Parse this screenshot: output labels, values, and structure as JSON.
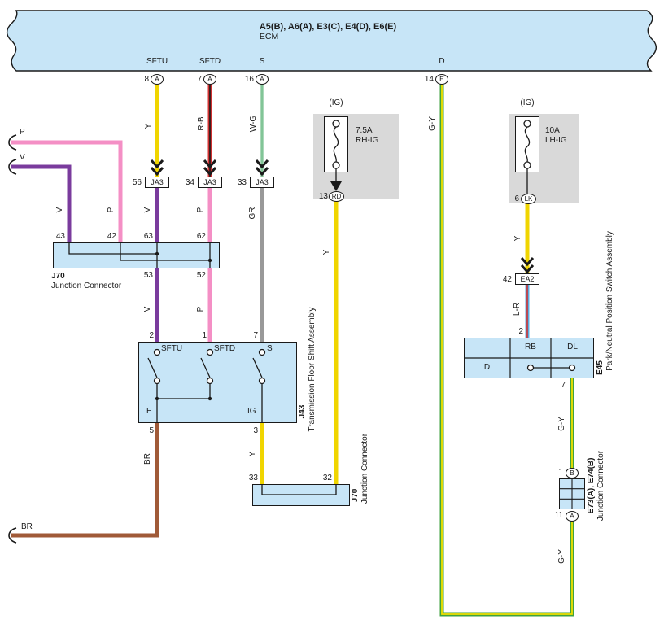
{
  "ecm": {
    "title": "A5(B), A6(A), E3(C), E4(D), E6(E)",
    "name": "ECM",
    "pins": [
      {
        "label": "SFTU",
        "num": "8",
        "shell": "A"
      },
      {
        "label": "SFTD",
        "num": "7",
        "shell": "A"
      },
      {
        "label": "S",
        "num": "16",
        "shell": "A"
      },
      {
        "label": "D",
        "num": "14",
        "shell": "E"
      }
    ]
  },
  "wire_labels": {
    "y": "Y",
    "rb": "R-B",
    "wg": "W-G",
    "gy": "G-Y",
    "v": "V",
    "p": "P",
    "gr": "GR",
    "br": "BR",
    "lr": "L-R"
  },
  "ja3": {
    "name": "JA3",
    "pin1": "56",
    "pin2": "34",
    "pin3": "33"
  },
  "j70_top": {
    "name": "J70",
    "caption": "Junction Connector",
    "pin43": "43",
    "pin42": "42",
    "pin63": "63",
    "pin62": "62",
    "pin53": "53",
    "pin52": "52"
  },
  "j43": {
    "name": "J43",
    "caption": "Transmission Floor Shift Assembly",
    "pin2": "2",
    "pin1": "1",
    "pin7": "7",
    "sftu": "SFTU",
    "sftd": "SFTD",
    "s": "S",
    "e": "E",
    "ig": "IG",
    "pin5": "5",
    "pin3": "3"
  },
  "j70_bottom": {
    "name": "J70",
    "caption": "Junction Connector",
    "pin33": "33",
    "pin32": "32"
  },
  "fuse_rh": {
    "ig": "(IG)",
    "rating": "7.5A",
    "name": "RH-IG",
    "pin": "13",
    "shell": "RD"
  },
  "fuse_lh": {
    "ig": "(IG)",
    "rating": "10A",
    "name": "LH-IG",
    "pin": "6",
    "shell": "LK"
  },
  "ea2": {
    "name": "EA2",
    "pin": "42"
  },
  "e45": {
    "name": "E45",
    "caption": "Park/Neutral Position Switch Assembly",
    "rb": "RB",
    "dl": "DL",
    "d": "D",
    "pin_in": "2",
    "pin_out": "7"
  },
  "e73": {
    "name": "E73(A), E74(B)",
    "caption": "Junction Connector",
    "pin_top": "1",
    "shell_top": "B",
    "pin_bottom": "11",
    "shell_bottom": "A"
  },
  "colors": {
    "panel_blue": "#c7e5f7",
    "fuse_gray": "#d9d9d9",
    "line": "#1a1a1a",
    "yellow": "#f0d500",
    "pink": "#f48fc5",
    "violet": "#7a3b9d",
    "red": "#d03030",
    "green": "#3fa23f",
    "stripe_yellow": "#f0e000",
    "green_stripe": "#2f9e52",
    "gray_wire": "#999999",
    "brown": "#a05a38",
    "light_blue": "#58ace0"
  }
}
